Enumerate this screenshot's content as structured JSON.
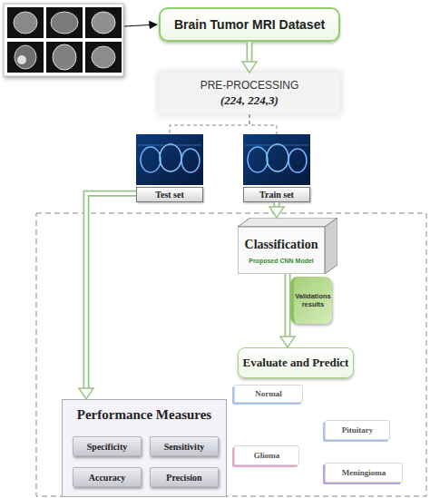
{
  "diagram": {
    "nodes": [
      {
        "text": [
          "Brain Tumor MRI Dataset"
        ]
      },
      {
        "text": [
          "PRE-PROCESSING",
          "(224, 224,3)"
        ]
      },
      {
        "text": [
          "Test set"
        ]
      },
      {
        "text": [
          "Train set"
        ]
      },
      {
        "text": [
          "Classification",
          "Proposed CNN Model"
        ]
      },
      {
        "text": [
          "Validations results"
        ]
      },
      {
        "text": [
          "Evaluate and Predict"
        ]
      },
      {
        "text": [
          "Performance Measures"
        ]
      },
      {
        "text": [
          "Specificity"
        ],
        "in": 7
      },
      {
        "text": [
          "Sensitivity"
        ],
        "in": 7
      },
      {
        "text": [
          "Accuracy"
        ],
        "in": 7
      },
      {
        "text": [
          "Precision"
        ],
        "in": 7
      },
      {
        "text": [
          "Normal"
        ]
      },
      {
        "text": [
          "Pituitary"
        ]
      },
      {
        "text": [
          "Glioma"
        ]
      },
      {
        "text": [
          "Meningioma"
        ]
      }
    ],
    "edges": [
      {
        "from": 0,
        "to": 1,
        "arrow": "to"
      },
      {
        "from": 1,
        "to": 2,
        "arrow": "none"
      },
      {
        "from": 1,
        "to": 3,
        "arrow": "none"
      },
      {
        "from": 3,
        "to": 4,
        "arrow": "to"
      },
      {
        "from": 4,
        "to": 6,
        "arrow": "to"
      },
      {
        "from": 2,
        "to": 7,
        "arrow": "to"
      }
    ]
  }
}
